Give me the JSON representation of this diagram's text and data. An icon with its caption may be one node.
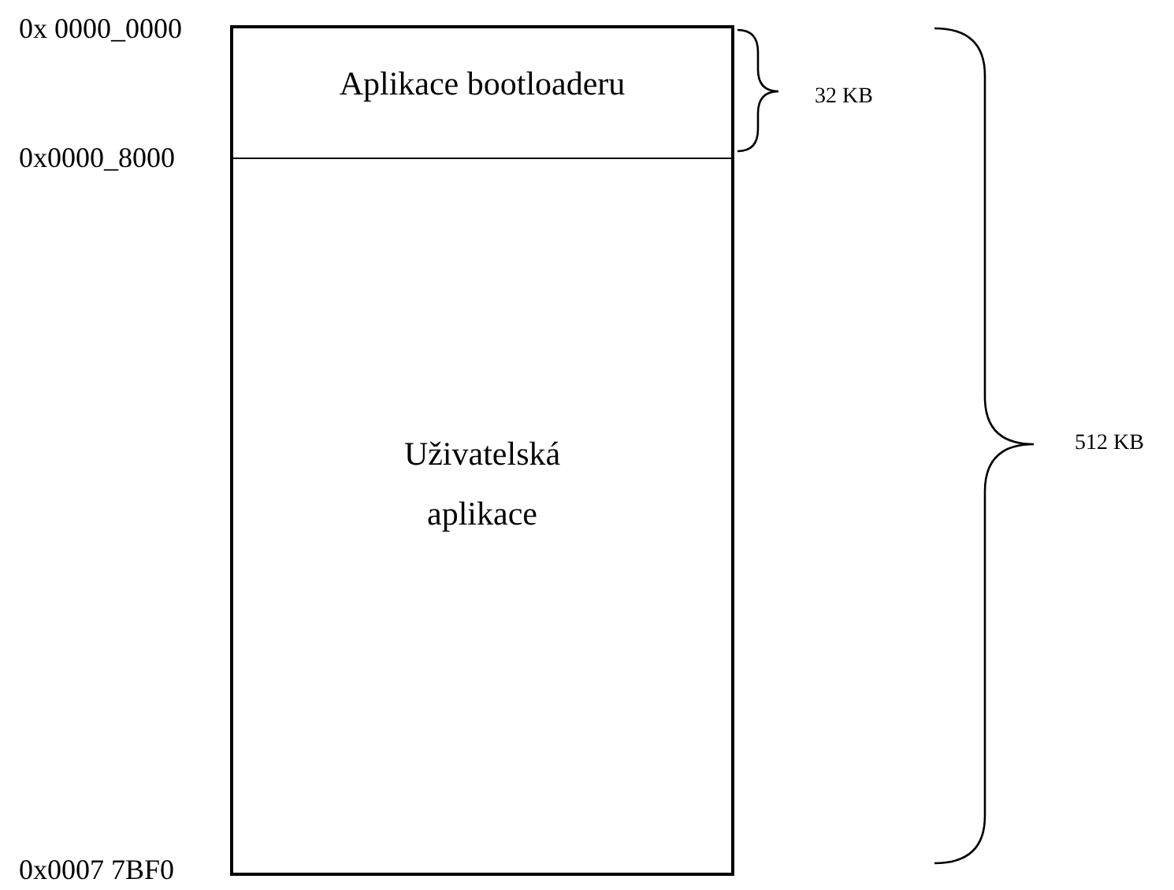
{
  "diagram": {
    "nodes": [
      {
        "text": [
          "Aplikace bootloaderu"
        ]
      },
      {
        "text": [
          "Uživatelská aplikace"
        ]
      }
    ],
    "labels": [
      "0x 0000_0000",
      "32 KB",
      "0x0000_8000",
      "512 KB",
      "0x0007 7BF0"
    ]
  }
}
